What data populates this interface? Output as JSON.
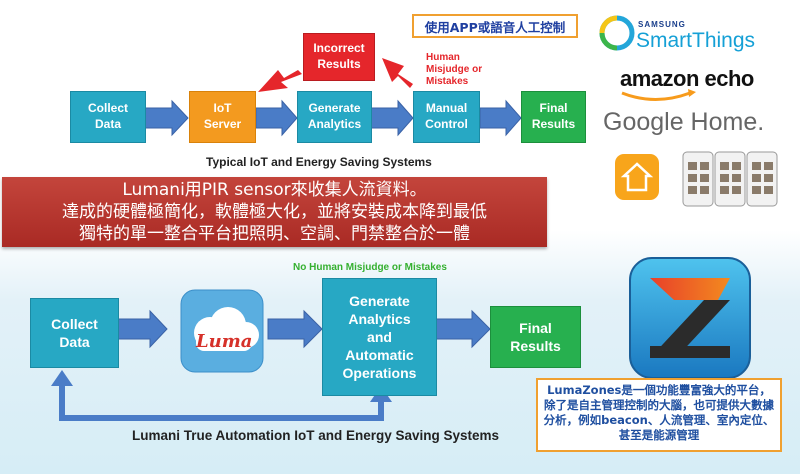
{
  "top_flow": {
    "collect": [
      "Collect",
      "Data"
    ],
    "iot": [
      "IoT",
      "Server"
    ],
    "generate": [
      "Generate",
      "Analytics"
    ],
    "manual": [
      "Manual",
      "Control"
    ],
    "final": [
      "Final",
      "Results"
    ],
    "incorrect": [
      "Incorrect",
      "Results"
    ],
    "misjudge": [
      "Human",
      "Misjudge or",
      "Mistakes"
    ],
    "caption": "Typical IoT and Energy Saving Systems"
  },
  "control_box": "使用APP或語音人工控制",
  "logos": {
    "samsung_top": "SAMSUNG",
    "samsung_main": "SmartThings",
    "amazon": "amazon echo",
    "google": "Google Home."
  },
  "banner": [
    "Lumani用PIR sensor來收集人流資料。",
    "達成的硬體極簡化，軟體極大化，並將安裝成本降到最低",
    "獨特的單一整合平台把照明、空調、門禁整合於一體"
  ],
  "bottom_flow": {
    "no_human": "No Human Misjudge or Mistakes",
    "collect": [
      "Collect",
      "Data"
    ],
    "luma": "Luma",
    "generate": [
      "Generate",
      "Analytics",
      "and",
      "Automatic",
      "Operations"
    ],
    "final": [
      "Final",
      "Results"
    ],
    "caption": "Lumani True Automation IoT and Energy Saving Systems"
  },
  "note": "LumaZones是一個功能豐富強大的平台，除了是自主管理控制的大腦，也可提供大數據分析，例如beacon、人流管理、室內定位、甚至是能源管理",
  "colors": {
    "teal": "#27a8c4",
    "orange": "#f39a1f",
    "red": "#e5262b",
    "green": "#27b04f",
    "arrow_blue": "#4a7cc7",
    "banner_red": "#b3322b"
  },
  "icons": [
    "home-app-icon",
    "phone-screens-icon",
    "lumazones-app-icon",
    "luma-cloud-icon"
  ]
}
